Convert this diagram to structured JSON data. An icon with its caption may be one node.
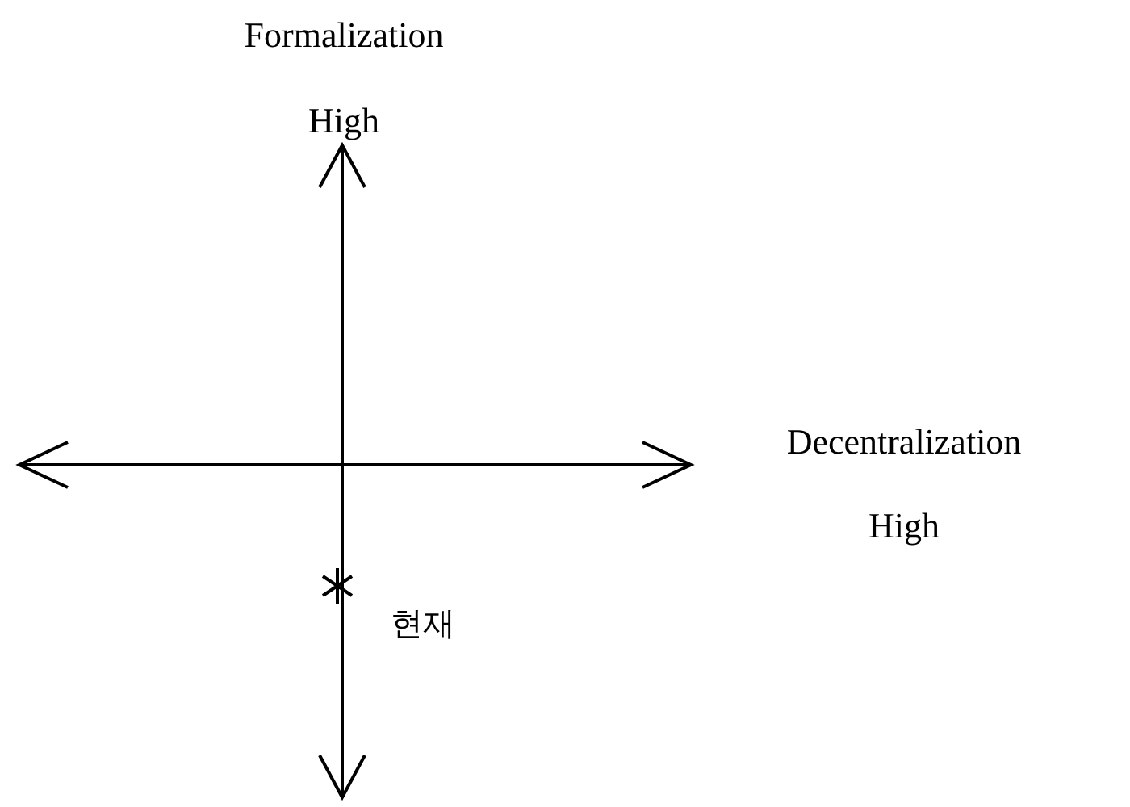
{
  "diagram": {
    "labels": [
      "Formalization",
      "High",
      "Decentralization",
      "High",
      "현재"
    ]
  }
}
